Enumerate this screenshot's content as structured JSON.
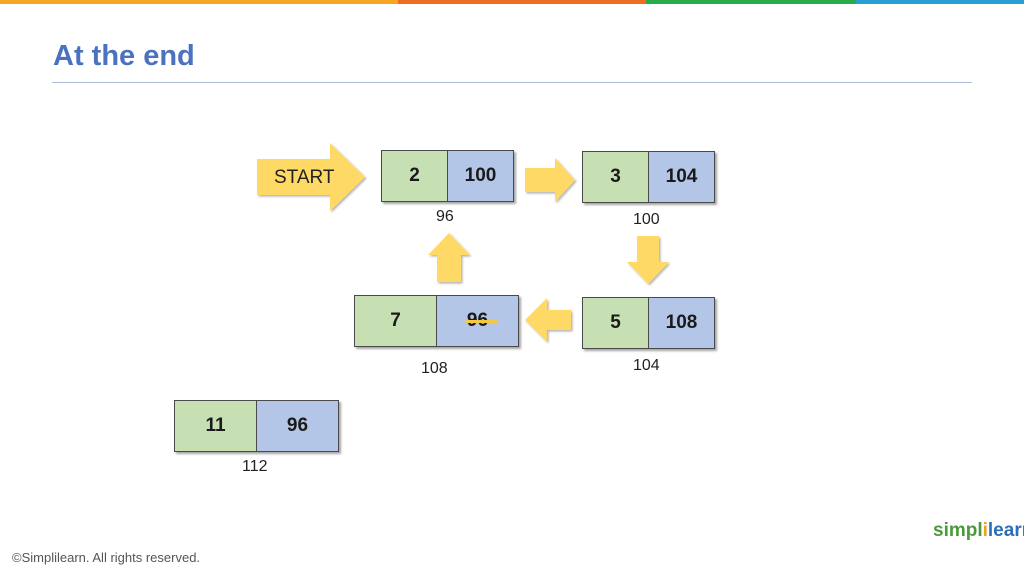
{
  "topbar": [
    "#f6a623",
    "#ef6c22",
    "#2aab4a",
    "#2a9fd6"
  ],
  "title": "At the end",
  "start": "START",
  "nodes": [
    {
      "value": "2",
      "pointer": "100",
      "address": "96"
    },
    {
      "value": "3",
      "pointer": "104",
      "address": "100"
    },
    {
      "value": "5",
      "pointer": "108",
      "address": "104"
    },
    {
      "value": "7",
      "pointer": "96",
      "address": "108",
      "pointer_struck": true
    },
    {
      "value": "11",
      "pointer": "96",
      "address": "112"
    }
  ],
  "footer": "©Simplilearn. All rights reserved.",
  "logo": {
    "part1": "simpl",
    "part2": "i",
    "part3": "learn"
  },
  "colors": {
    "title": "#4a72c0",
    "value_cell": "#c6e0b4",
    "pointer_cell": "#b4c6e7",
    "arrow": "#ffd966"
  }
}
